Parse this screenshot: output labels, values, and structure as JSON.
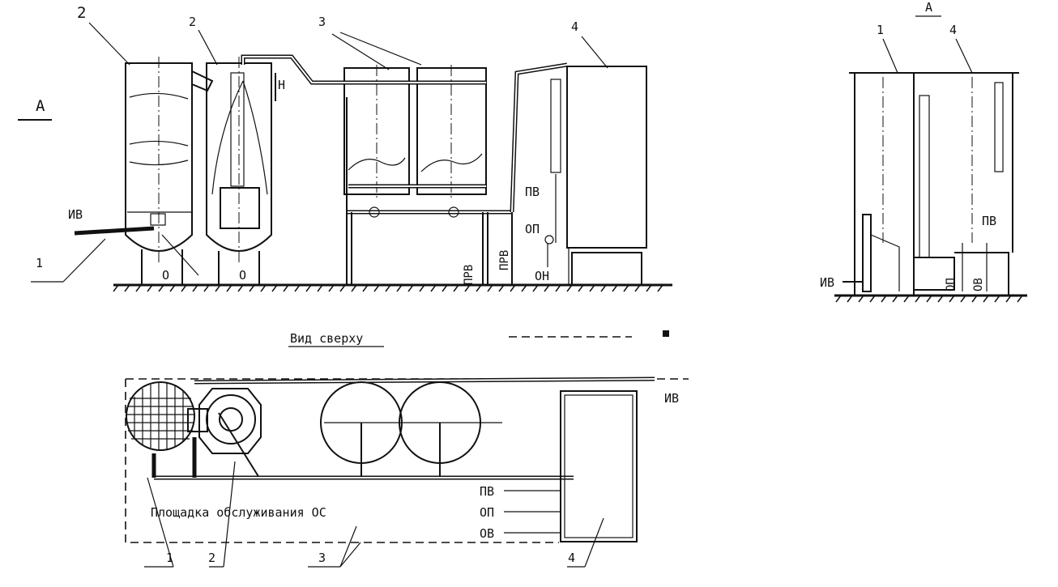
{
  "front_view": {
    "callout_1": "1",
    "callout_2_big": "2",
    "callout_2": "2",
    "callout_3": "3",
    "callout_4": "4",
    "view_arrow": "А",
    "iv": "ИВ",
    "o_left": "О",
    "o_right": "О",
    "n": "Н",
    "pv": "ПВ",
    "op": "ОП",
    "on": "ОН",
    "prv_1": "ПРВ",
    "prv_2": "ПРВ"
  },
  "side_view": {
    "title": "А",
    "callout_1": "1",
    "callout_4": "4",
    "pv": "ПВ",
    "iv": "ИВ",
    "op": "ОП",
    "ov": "ОВ"
  },
  "top_view": {
    "title": "Вид сверху",
    "iv": "ИВ",
    "pv": "ПВ",
    "op": "ОП",
    "ov": "ОВ",
    "platform_label": "Площадка обслуживания ОС",
    "callout_1": "1",
    "callout_2": "2",
    "callout_3": "3",
    "callout_4": "4"
  }
}
